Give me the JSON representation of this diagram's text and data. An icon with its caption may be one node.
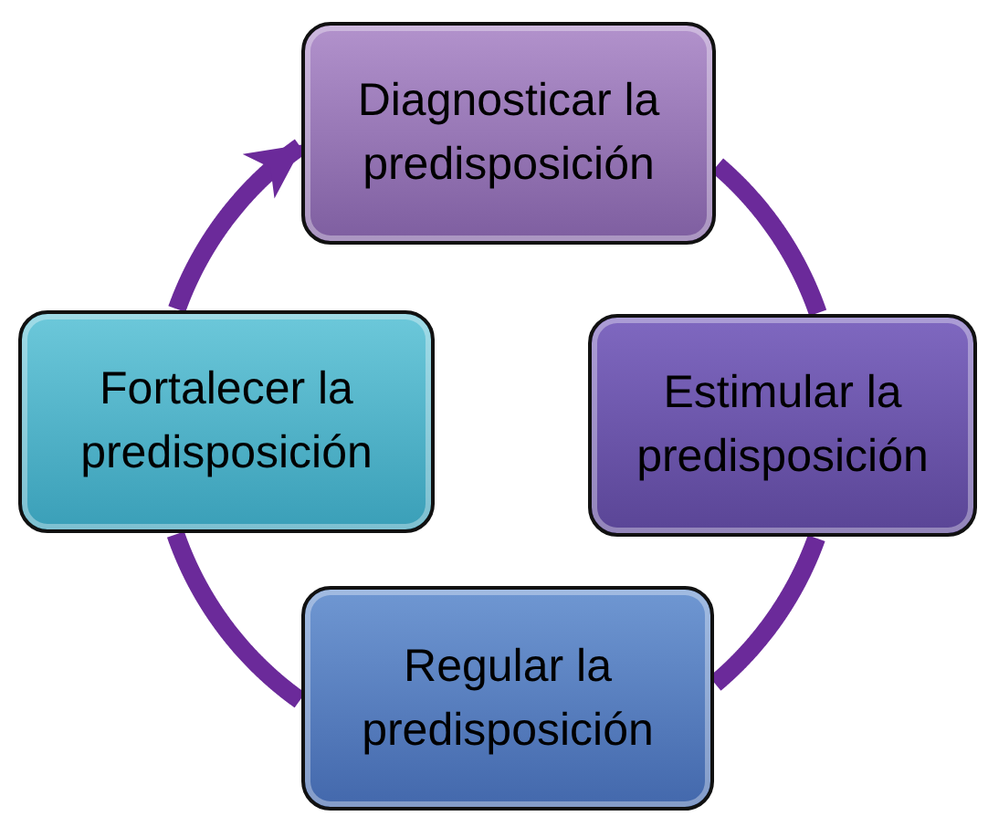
{
  "diagram": {
    "nodes": [
      {
        "text": [
          "Diagnosticar la predisposición"
        ]
      },
      {
        "text": [
          "Estimular la predisposición"
        ]
      },
      {
        "text": [
          "Regular la predisposición"
        ]
      },
      {
        "text": [
          "Fortalecer la predisposición"
        ]
      }
    ],
    "edges": [
      {
        "from": 0,
        "to": 1,
        "arrow": "none"
      },
      {
        "from": 1,
        "to": 2,
        "arrow": "none"
      },
      {
        "from": 2,
        "to": 3,
        "arrow": "none"
      },
      {
        "from": 3,
        "to": 0,
        "arrow": "to"
      }
    ]
  }
}
